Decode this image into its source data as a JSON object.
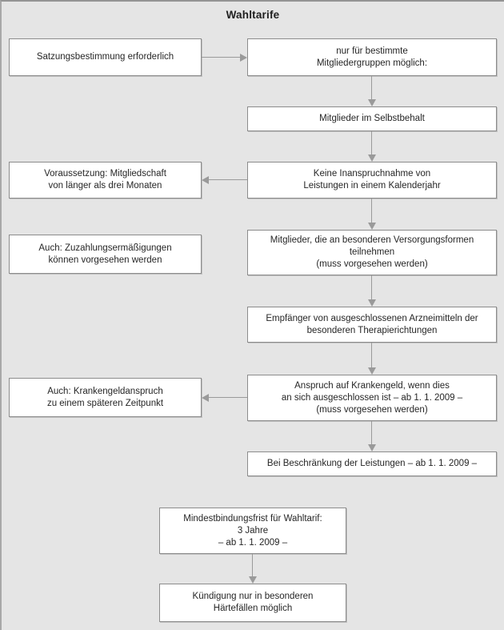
{
  "title": "Wahltarife",
  "colors": {
    "background": "#e5e5e5",
    "box_background": "#ffffff",
    "box_border": "#8c8c8c",
    "arrow": "#9a9a9a",
    "text": "#262626"
  },
  "boxes": {
    "left1": {
      "text": "Satzungsbestimmung erforderlich"
    },
    "left2": {
      "text": "Voraussetzung: Mitgliedschaft\nvon länger als drei Monaten"
    },
    "left3": {
      "text": "Auch: Zuzahlungsermäßigungen\nkönnen vorgesehen werden"
    },
    "left4": {
      "text": "Auch: Krankengeldanspruch\nzu einem späteren Zeitpunkt"
    },
    "right1": {
      "text": "nur für bestimmte\nMitgliedergruppen möglich:"
    },
    "right2": {
      "text": "Mitglieder im Selbstbehalt"
    },
    "right3": {
      "text": "Keine Inanspruchnahme von\nLeistungen in einem Kalenderjahr"
    },
    "right4": {
      "text": "Mitglieder, die an besonderen Versorgungsformen\nteilnehmen\n(muss vorgesehen werden)"
    },
    "right5": {
      "text": "Empfänger von ausgeschlossenen Arzneimitteln der\nbesonderen Therapierichtungen"
    },
    "right6": {
      "text": "Anspruch auf Krankengeld, wenn dies\nan sich ausgeschlossen ist – ab 1. 1. 2009 –\n(muss vorgesehen werden)"
    },
    "right7": {
      "text": "Bei Beschränkung der Leistungen – ab 1. 1. 2009 –"
    },
    "bottom1": {
      "text": "Mindestbindungsfrist für Wahltarif:\n3 Jahre\n– ab 1. 1. 2009 –"
    },
    "bottom2": {
      "text": "Kündigung nur in besonderen\nHärtefällen möglich"
    }
  }
}
